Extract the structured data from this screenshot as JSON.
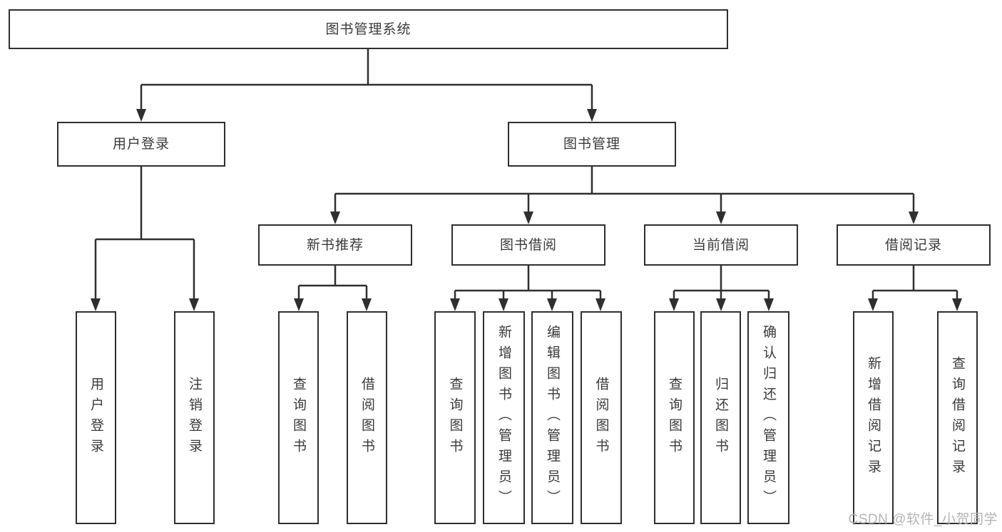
{
  "tree": {
    "label": "图书管理系统",
    "children": [
      {
        "label": "用户登录",
        "children": [
          {
            "label": "用户登录"
          },
          {
            "label": "注销登录"
          }
        ]
      },
      {
        "label": "图书管理",
        "children": [
          {
            "label": "新书推荐",
            "children": [
              {
                "label": "查询图书"
              },
              {
                "label": "借阅图书"
              }
            ]
          },
          {
            "label": "图书借阅",
            "children": [
              {
                "label": "查询图书"
              },
              {
                "label": "新增图书（管理员）"
              },
              {
                "label": "编辑图书（管理员）"
              },
              {
                "label": "借阅图书"
              }
            ]
          },
          {
            "label": "当前借阅",
            "children": [
              {
                "label": "查询图书"
              },
              {
                "label": "归还图书"
              },
              {
                "label": "确认归还（管理员）"
              }
            ]
          },
          {
            "label": "借阅记录",
            "children": [
              {
                "label": "新增借阅记录"
              },
              {
                "label": "查询借阅记录"
              }
            ]
          }
        ]
      }
    ]
  },
  "watermark": {
    "text": "CSDN @软件_小贺同学"
  },
  "colors": {
    "line": "#2f2f2f",
    "text": "#3a3a3a",
    "watermark": "#b4b4b4",
    "background": "#ffffff"
  }
}
